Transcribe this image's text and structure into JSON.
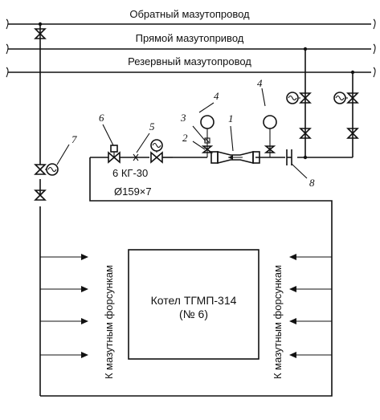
{
  "pipes": {
    "return_line": "Обратный мазутопровод",
    "direct_line": "Прямой мазутопривод",
    "reserve_line": "Резервный мазутопровод"
  },
  "callouts": {
    "n1": "1",
    "n2": "2",
    "n3": "3",
    "n4a": "4",
    "n4b": "4",
    "n5": "5",
    "n6": "6",
    "n7": "7",
    "n8": "8"
  },
  "valve_label": "6 КГ-30",
  "pipe_size": "Ø159×7",
  "boiler": {
    "line1": "Котел ТГМП-314",
    "line2": "(№ 6)"
  },
  "burner_left": "К мазутным форсункам",
  "burner_right": "К мазутным форсункам",
  "icons": [
    "pressure-gauge-icon",
    "valve-icon",
    "flowmeter-icon",
    "flow-regulator-icon"
  ]
}
